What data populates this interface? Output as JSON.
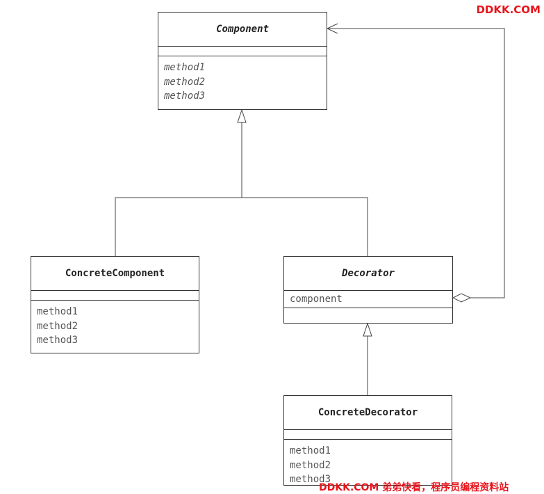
{
  "watermark": {
    "top": "DDKK.COM",
    "bottom": "DDKK.COM 弟弟快看，程序员编程资料站",
    "color": "#e8141c"
  },
  "classes": {
    "component": {
      "name": "Component",
      "operations": [
        "method1",
        "method2",
        "method3"
      ]
    },
    "concrete_component": {
      "name": "ConcreteComponent",
      "operations": [
        "method1",
        "method2",
        "method3"
      ]
    },
    "decorator": {
      "name": "Decorator",
      "attributes": [
        "component"
      ]
    },
    "concrete_decorator": {
      "name": "ConcreteDecorator",
      "operations": [
        "method1",
        "method2",
        "method3"
      ]
    }
  },
  "relations": [
    {
      "from": "concrete_component",
      "to": "component",
      "kind": "inheritance"
    },
    {
      "from": "decorator",
      "to": "component",
      "kind": "inheritance"
    },
    {
      "from": "concrete_decorator",
      "to": "decorator",
      "kind": "inheritance"
    },
    {
      "from": "decorator",
      "to": "component",
      "kind": "aggregation"
    }
  ]
}
